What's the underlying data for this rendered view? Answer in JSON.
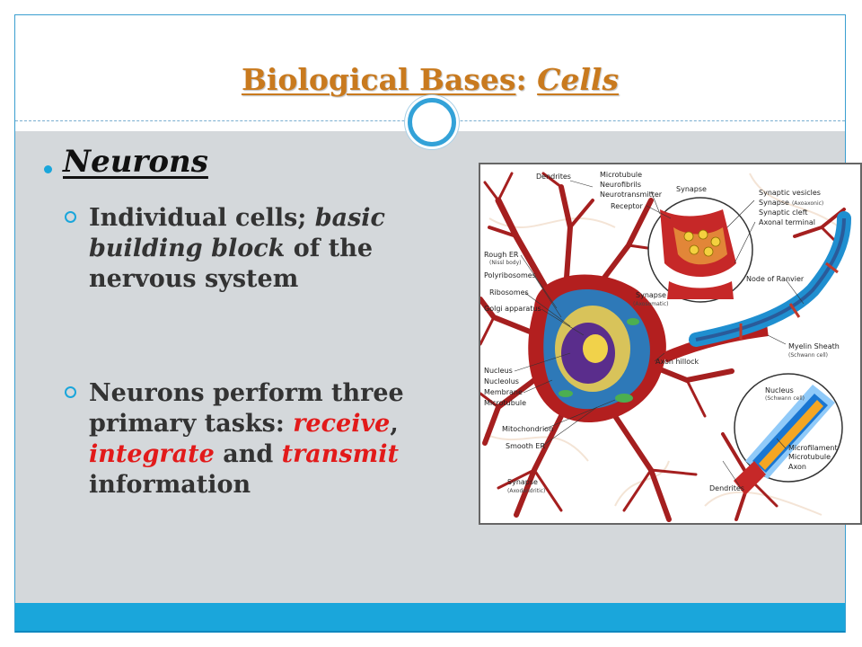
{
  "title": {
    "part1": "Biological Bases",
    "sep": ": ",
    "part2": "Cells"
  },
  "heading": "Neurons",
  "bullets": {
    "b1": {
      "s1": "Individual cells; ",
      "s2": "basic building block",
      "s3": " of the nervous system"
    },
    "b2": {
      "s1": "Neurons perform three primary tasks: ",
      "receive": "receive",
      "c1": ", ",
      "integrate": "integrate",
      "c2": " and ",
      "transmit": "transmit",
      "s2": " information"
    }
  },
  "diagram": {
    "labels": {
      "dendrites": "Dendrites",
      "microtubule": "Microtubule",
      "neurofibrils": "Neurofibrils",
      "neurotransmitter": "Neurotransmitter",
      "receptor": "Receptor",
      "synapse": "Synapse",
      "synaptic_vesicles": "Synaptic vesicles",
      "synapse_axoaxonic": "Synapse",
      "axoaxonic_note": "(Axoaxonic)",
      "synaptic_cleft": "Synaptic cleft",
      "axonal_terminal": "Axonal terminal",
      "rough_er": "Rough ER",
      "nissl_note": "(Nissl body)",
      "polyribosomes": "Polyribosomes",
      "ribosomes": "Ribosomes",
      "golgi": "Golgi apparatus",
      "synapse_axosomatic": "Synapse",
      "axosomatic_note": "(Axosomatic)",
      "node_of_ranvier": "Node of Ranvier",
      "myelin_sheath": "Myelin Sheath",
      "schwann_note": "(Schwann cell)",
      "axon_hillock": "Axon hillock",
      "nucleus_right": "Nucleus",
      "schwann_note2": "(Schwann cell)",
      "nucleus": "Nucleus",
      "nucleolus": "Nucleolus",
      "membrane": "Membrane",
      "microtubule2": "Microtubule",
      "mitochondrion": "Mitochondrion",
      "smooth_er": "Smooth ER",
      "synapse_axodendritic": "Synapse",
      "axodendritic_note": "(Axodendritic)",
      "microfilament": "Microfilament",
      "microtubule3": "Microtubule",
      "axon": "Axon",
      "dendrites_bottom": "Dendrites"
    }
  },
  "colors": {
    "accent": "#1aa6db",
    "title": "#c97a1e",
    "emphasis": "#e21a1a",
    "content_bg": "#d4d8db"
  }
}
